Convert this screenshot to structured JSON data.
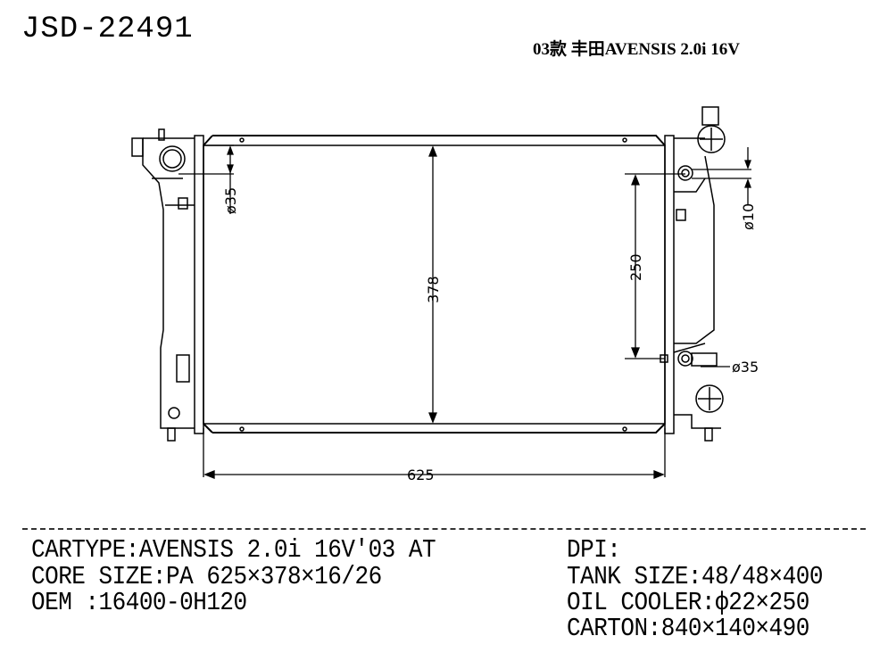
{
  "header": {
    "part_number": "JSD-22491",
    "model_title": "03款 丰田AVENSIS 2.0i 16V"
  },
  "drawing": {
    "dim_width": "625",
    "dim_height": "378",
    "dim_oil_cooler": "250",
    "dim_inlet": "ø35",
    "dim_outlet": "ø35",
    "dim_oil_fitting": "ø10"
  },
  "specs": {
    "left": [
      "CARTYPE:AVENSIS 2.0i 16V'03 AT",
      "CORE SIZE:PA 625×378×16/26",
      "OEM :16400-0H120"
    ],
    "right": [
      "DPI:",
      "TANK SIZE:48/48×400",
      "OIL COOLER:ф22×250",
      "CARTON:840×140×490"
    ]
  }
}
